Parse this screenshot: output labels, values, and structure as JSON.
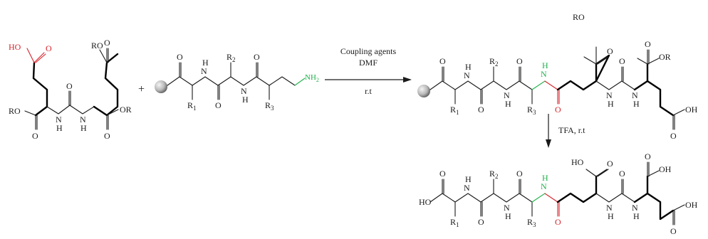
{
  "colors": {
    "acid_red": "#d8232a",
    "amine_green": "#22b24c",
    "bond": "#1a1a1a",
    "bead_light": "#dcdcdc",
    "bead_dark": "#6b6b6b"
  },
  "reaction": {
    "step1": {
      "reagent": "Coupling agents",
      "solvent": "DMF",
      "condition": "r.t"
    },
    "step2": {
      "condition": "TFA, r.t"
    }
  },
  "atoms": {
    "ho": "HO",
    "ro": "RO",
    "or": "OR",
    "oh": "OH",
    "o": "O",
    "nh": "NH",
    "n": "N",
    "h": "H",
    "nh2": "NH",
    "sub2": "2",
    "r": "R",
    "plus": "+",
    "r1": "1",
    "r2": "2",
    "r3": "3"
  }
}
